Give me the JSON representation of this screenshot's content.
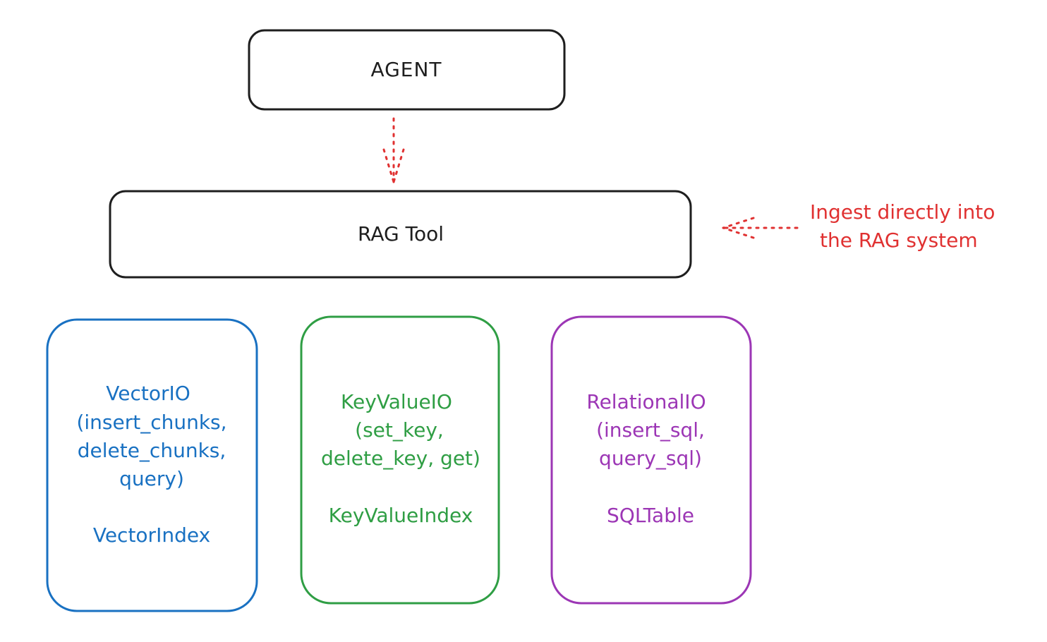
{
  "nodes": {
    "agent": {
      "label": "AGENT"
    },
    "rag_tool": {
      "label": "RAG Tool"
    },
    "vector_io": {
      "lines": [
        "VectorIO",
        "(insert_chunks,",
        "delete_chunks,",
        "query)"
      ],
      "index": "VectorIndex"
    },
    "key_value_io": {
      "lines": [
        "KeyValueIO",
        "(set_key,",
        "delete_key, get)"
      ],
      "index": "KeyValueIndex"
    },
    "relational_io": {
      "lines": [
        "RelationalIO",
        "(insert_sql,",
        "query_sql)"
      ],
      "index": "SQLTable"
    }
  },
  "annotation": {
    "lines": [
      "Ingest directly into",
      "the RAG system"
    ]
  },
  "colors": {
    "stroke_dark": "#1e1e1e",
    "arrow_red": "#e03131",
    "vector": "#1971c2",
    "key_value": "#2f9e44",
    "relational": "#9c36b5"
  }
}
